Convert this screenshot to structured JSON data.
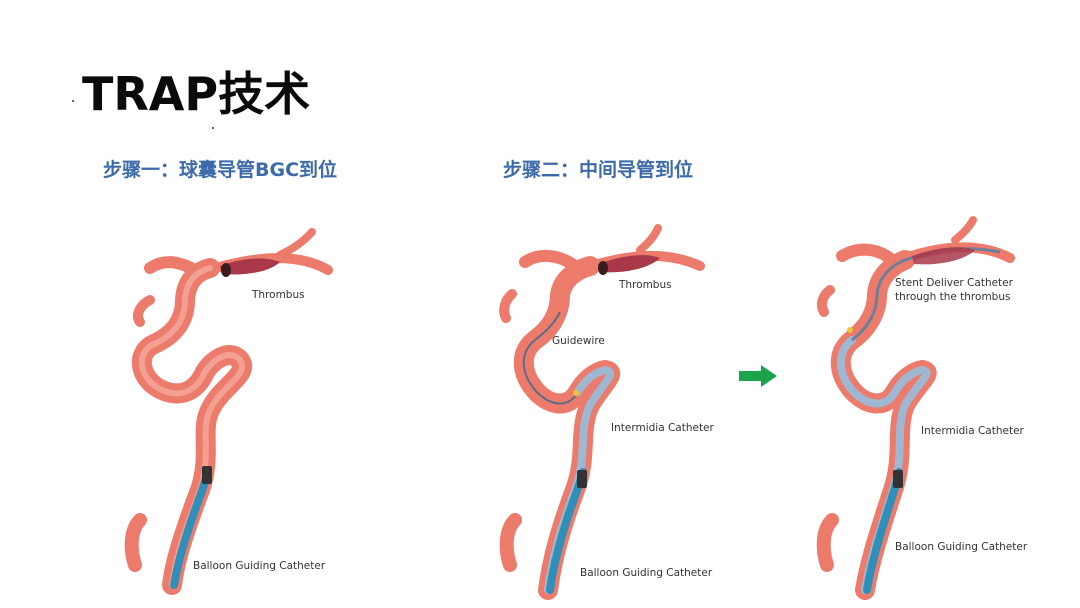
{
  "slide": {
    "title": "TRAP技术",
    "step1": "步骤一：球囊导管BGC到位",
    "step2": "步骤二：中间导管到位"
  },
  "panel1": {
    "thrombus": "Thrombus",
    "bgc": "Balloon Guiding Catheter"
  },
  "panel2": {
    "thrombus": "Thrombus",
    "guidewire": "Guidewire",
    "intermediate": "Intermidia Catheter",
    "bgc": "Balloon Guiding Catheter"
  },
  "panel3": {
    "stent_line1": "Stent Deliver Catheter",
    "stent_line2": "through the thrombus",
    "intermediate": "Intermidia Catheter",
    "bgc": "Balloon Guiding Catheter"
  },
  "colors": {
    "title": "#0a0a0a",
    "step": "#3d6aa8",
    "vessel": "#ec7b6c",
    "vessel_dark": "#d4594a",
    "thrombus": "#a8384a",
    "catheter": "#2f8fb8",
    "arrow": "#1aa34a"
  },
  "icons": [
    "green-arrow-icon"
  ]
}
